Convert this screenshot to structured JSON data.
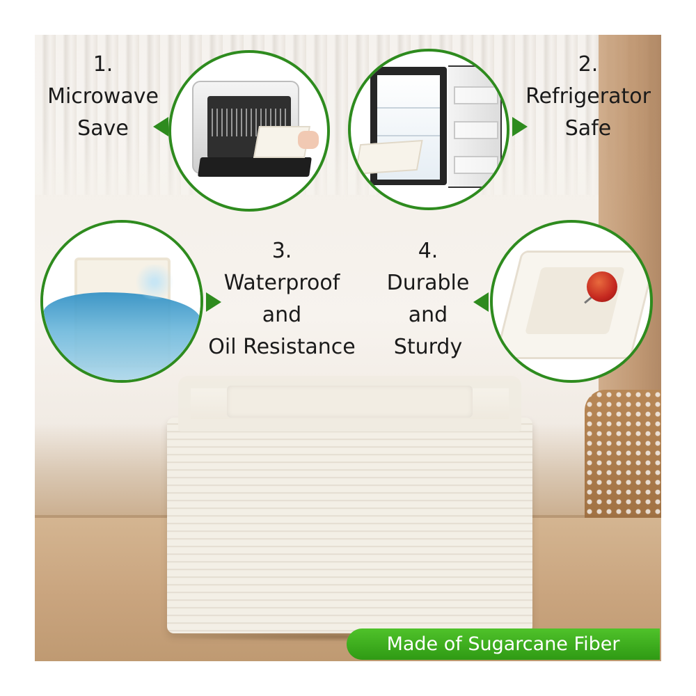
{
  "features": [
    {
      "number": "1.",
      "line1": "Microwave",
      "line2": "Save",
      "line3": ""
    },
    {
      "number": "2.",
      "line1": "Refrigerator",
      "line2": "Safe",
      "line3": ""
    },
    {
      "number": "3.",
      "line1": "Waterproof",
      "line2": "and",
      "line3": "Oil Resistance"
    },
    {
      "number": "4.",
      "line1": "Durable",
      "line2": "and",
      "line3": "Sturdy"
    }
  ],
  "badge": {
    "text": "Made of Sugarcane Fiber"
  },
  "colors": {
    "accent": "#2e8b1e",
    "badge": "#3cae1e",
    "text": "#1a1a1a"
  },
  "icons": [
    "microwave-oven-icon",
    "refrigerator-icon",
    "water-wave-icon",
    "push-pin-icon"
  ]
}
